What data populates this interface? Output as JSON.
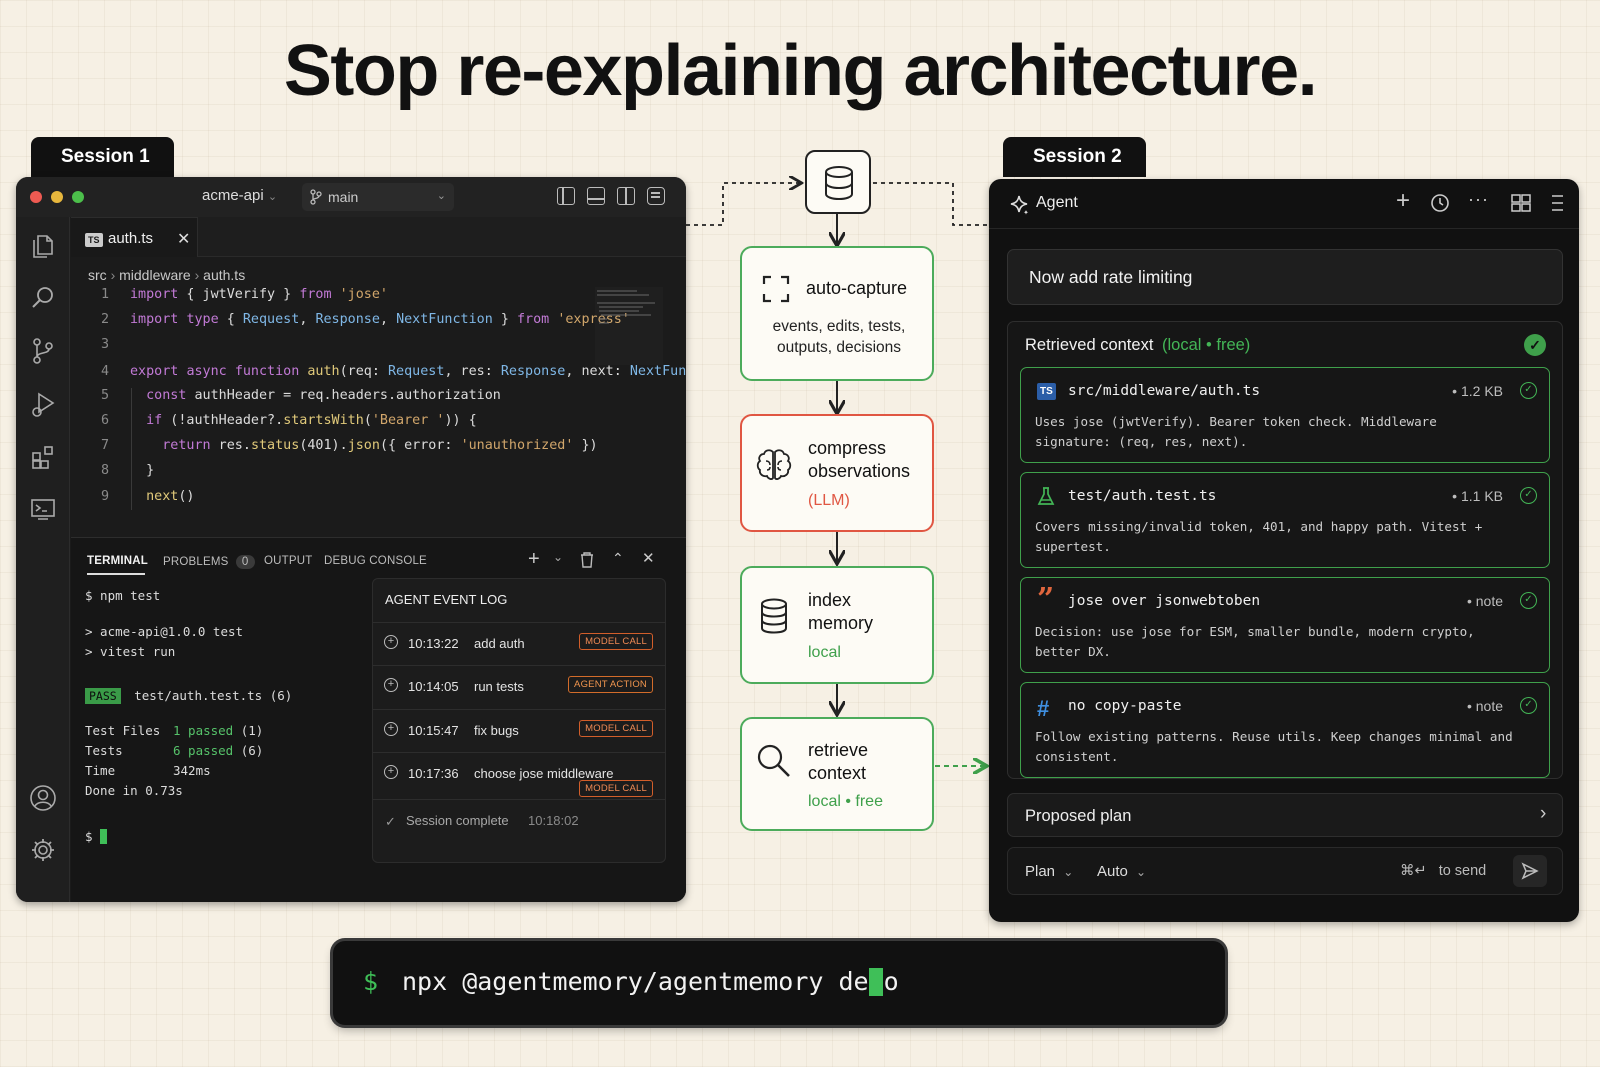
{
  "headline": "Stop re-explaining architecture.",
  "session1_label": "Session 1",
  "session2_label": "Session 2",
  "ide": {
    "window_title": "acme-api",
    "branch": "main",
    "tab": {
      "badge": "TS",
      "name": "auth.ts"
    },
    "breadcrumb": [
      "src",
      "middleware",
      "auth.ts"
    ],
    "code": [
      {
        "n": "1",
        "text": "import { jwtVerify } from 'jose'"
      },
      {
        "n": "2",
        "text": "import type { Request, Response, NextFunction } from 'express'"
      },
      {
        "n": "3",
        "text": ""
      },
      {
        "n": "4",
        "text": "export async function auth(req: Request, res: Response, next: NextFunction){"
      },
      {
        "n": "5",
        "text": "  const authHeader = req.headers.authorization"
      },
      {
        "n": "6",
        "text": "  if (!authHeader?.startsWith('Bearer ')) {"
      },
      {
        "n": "7",
        "text": "    return res.status(401).json({ error: 'unauthorized' })"
      },
      {
        "n": "8",
        "text": "  }"
      },
      {
        "n": "9",
        "text": "  next()"
      }
    ],
    "panel_tabs": {
      "terminal": "TERMINAL",
      "problems": "PROBLEMS",
      "problems_count": "0",
      "output": "OUTPUT",
      "debug": "DEBUG CONSOLE"
    },
    "terminal": {
      "cmd": "$ npm test",
      "line1": "> acme-api@1.0.0 test",
      "line2": "> vitest run",
      "pass_badge": "PASS",
      "pass_file": "test/auth.test.ts (6)",
      "files_label": "Test Files",
      "files_value": "1 passed",
      "files_count": "(1)",
      "tests_label": "Tests",
      "tests_value": "6 passed",
      "tests_count": "(6)",
      "time_label": "Time",
      "time_value": "342ms",
      "done": "Done in 0.73s",
      "prompt": "$"
    },
    "event_log": {
      "title": "AGENT EVENT LOG",
      "events": [
        {
          "time": "10:13:22",
          "label": "add auth",
          "badge": "MODEL CALL"
        },
        {
          "time": "10:14:05",
          "label": "run tests",
          "badge": "AGENT ACTION"
        },
        {
          "time": "10:15:47",
          "label": "fix bugs",
          "badge": "MODEL CALL"
        },
        {
          "time": "10:17:36",
          "label": "choose jose middleware",
          "badge": "MODEL CALL"
        }
      ],
      "complete_label": "Session complete",
      "complete_time": "10:18:02"
    }
  },
  "flow": {
    "capture": {
      "title": "auto-capture",
      "desc": "events, edits, tests, outputs, decisions"
    },
    "compress": {
      "title": "compress observations",
      "sub": "(LLM)"
    },
    "index": {
      "title": "index memory",
      "sub": "local"
    },
    "retrieve": {
      "title": "retrieve context",
      "sub": "local • free"
    }
  },
  "agent": {
    "title": "Agent",
    "prompt": "Now add rate limiting",
    "retrieved_title": "Retrieved context",
    "retrieved_sub": "(local • free)",
    "items": [
      {
        "icon": "typescript-icon",
        "title": "src/middleware/auth.ts",
        "meta": "• 1.2 KB",
        "desc": "Uses jose (jwtVerify). Bearer token check. Middleware signature: (req, res, next)."
      },
      {
        "icon": "flask-icon",
        "title": "test/auth.test.ts",
        "meta": "• 1.1 KB",
        "desc": "Covers missing/invalid token, 401, and happy path. Vitest + supertest."
      },
      {
        "icon": "quote-icon",
        "title": "jose over jsonwebtoben",
        "meta": "• note",
        "desc": "Decision: use jose for ESM, smaller bundle, modern crypto, better DX."
      },
      {
        "icon": "hash-icon",
        "title": "no copy-paste",
        "meta": "• note",
        "desc": "Follow existing patterns. Reuse utils. Keep changes minimal and consistent."
      }
    ],
    "plan_label": "Proposed plan",
    "mode_plan": "Plan",
    "mode_auto": "Auto",
    "send_hint": "to send",
    "send_keys": "⌘↵"
  },
  "command": {
    "prompt": "$",
    "text": "npx @agentmemory/agentmemory demo"
  },
  "colors": {
    "green": "#43b556",
    "orange": "#e05642",
    "bg": "#f6f0e4"
  }
}
